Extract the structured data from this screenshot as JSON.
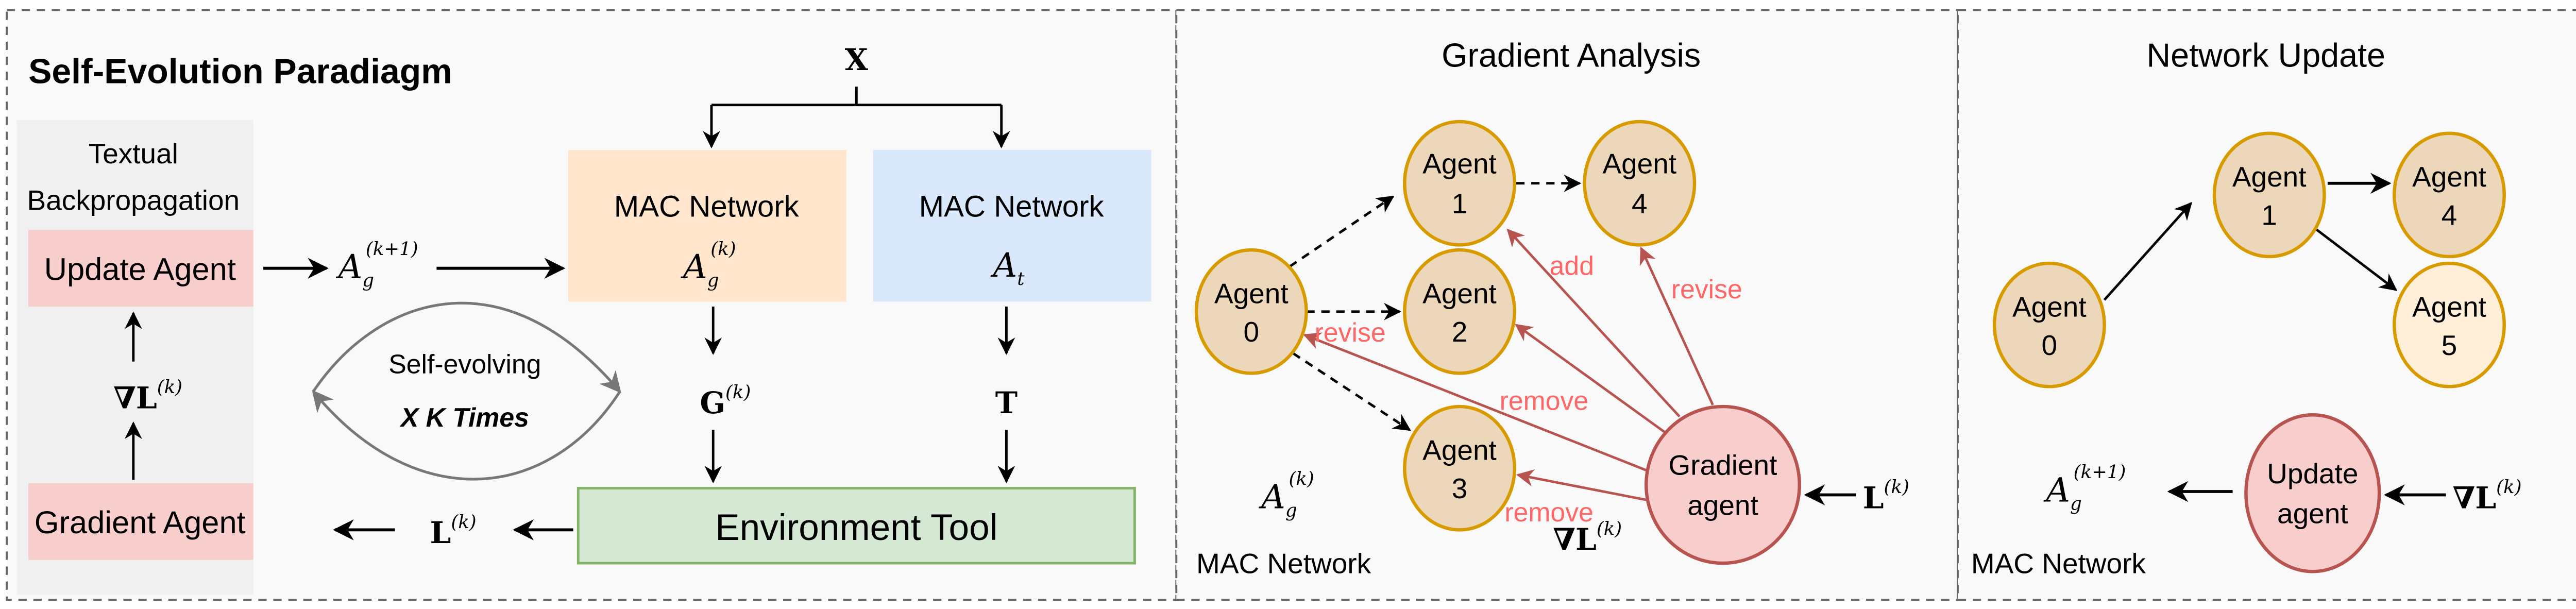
{
  "panel1": {
    "title": "Self-Evolution Paradiagm",
    "input": "X",
    "textual_line1": "Textual",
    "textual_line2": "Backpropagation",
    "update_agent": "Update Agent",
    "gradient_agent": "Gradient Agent",
    "grad_loss": {
      "base": "∇L",
      "sup": "(k)"
    },
    "loss": {
      "base": "L",
      "sup": "(k)"
    },
    "next_network": {
      "base": "A",
      "sub": "g",
      "sup": "(k+1)"
    },
    "mac_network_label": "MAC Network",
    "current_network": {
      "base": "A",
      "sub": "g",
      "sup": "(k)"
    },
    "target_network_label": "MAC Network",
    "target_network": {
      "base": "A",
      "sub": "t"
    },
    "generated": {
      "base": "G",
      "sup": "(k)"
    },
    "target": "T",
    "environment_tool": "Environment Tool",
    "loop_line1": "Self-evolving",
    "loop_line2": "X K Times"
  },
  "panel2": {
    "title": "Gradient Analysis",
    "agents": [
      {
        "line1": "Agent",
        "line2": "0"
      },
      {
        "line1": "Agent",
        "line2": "1"
      },
      {
        "line1": "Agent",
        "line2": "2"
      },
      {
        "line1": "Agent",
        "line2": "3"
      },
      {
        "line1": "Agent",
        "line2": "4"
      }
    ],
    "gradient_agent": {
      "line1": "Gradient",
      "line2": "agent"
    },
    "edit_labels": {
      "add": "add",
      "revise_4": "revise",
      "revise_0": "revise",
      "remove_2": "remove",
      "remove_3": "remove"
    },
    "loss": {
      "base": "L",
      "sup": "(k)"
    },
    "grad_loss": {
      "base": "∇L",
      "sup": "(k)"
    },
    "network": {
      "base": "A",
      "sub": "g",
      "sup": "(k)"
    },
    "network_label": "MAC Network"
  },
  "panel3": {
    "title": "Network Update",
    "agents": [
      {
        "line1": "Agent",
        "line2": "0"
      },
      {
        "line1": "Agent",
        "line2": "1"
      },
      {
        "line1": "Agent",
        "line2": "4"
      },
      {
        "line1": "Agent",
        "line2": "5"
      }
    ],
    "update_agent": {
      "line1": "Update",
      "line2": "agent"
    },
    "grad_loss": {
      "base": "∇L",
      "sup": "(k)"
    },
    "network": {
      "base": "A",
      "sub": "g",
      "sup": "(k+1)"
    },
    "network_label": "MAC Network"
  },
  "colors": {
    "agent_fill": "#ecd7bb",
    "agent_stroke": "#d79b00",
    "new_agent_fill": "#ffefd9",
    "pink_fill": "#f8cecc",
    "pink_stroke": "#b85450",
    "orange_box": "#ffe6cc",
    "blue_box": "#dae8fc",
    "green_box": "#d5e8d4",
    "green_stroke": "#82b366",
    "edit_label": "#ff6666",
    "gray_panel": "#f0f0f0"
  }
}
